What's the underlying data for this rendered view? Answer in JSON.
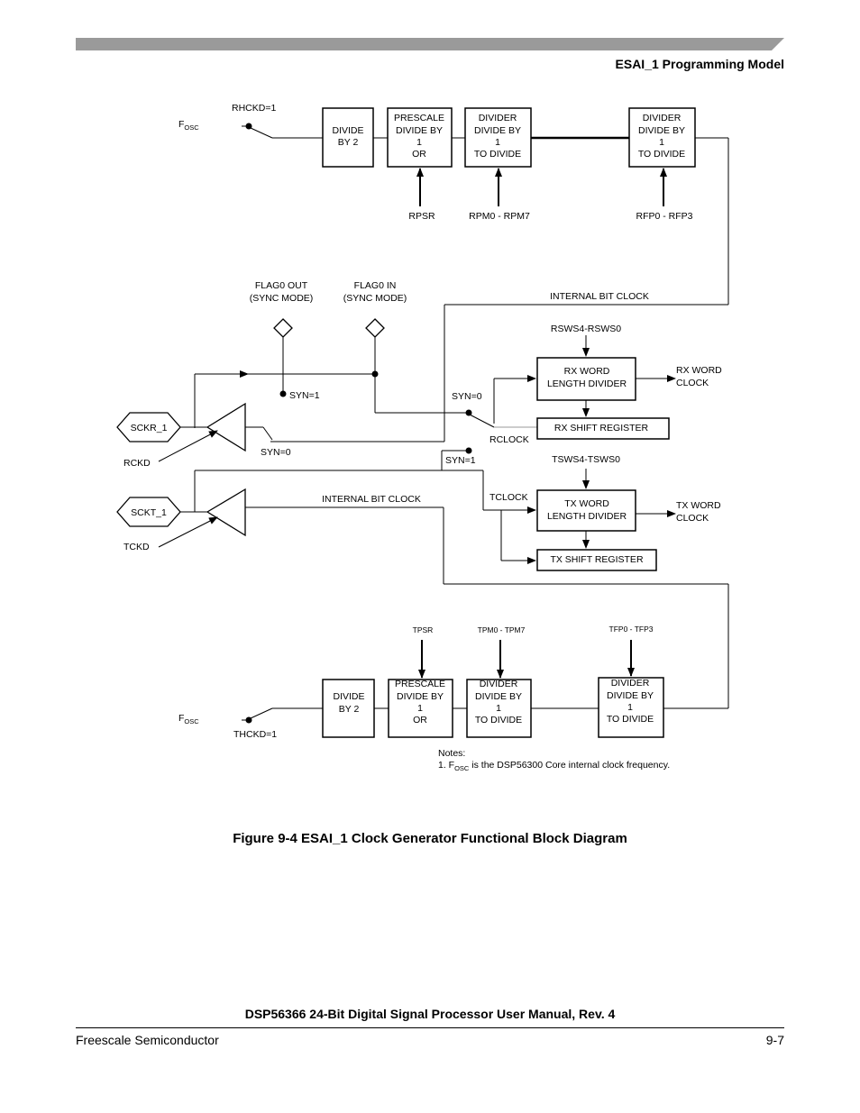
{
  "header": {
    "section_title": "ESAI_1 Programming Model",
    "bar_color": "#9a9a9a"
  },
  "diagram": {
    "fosc_top": "F",
    "fosc_top_sub": "OSC",
    "rhckd": "RHCKD=1",
    "divide_by_2_top": [
      "DIVIDE",
      "BY 2"
    ],
    "prescale_top": [
      "PRESCALE",
      "DIVIDE BY",
      "1",
      "OR"
    ],
    "divider_pm_top": [
      "DIVIDER",
      "DIVIDE BY",
      "1",
      "TO DIVIDE"
    ],
    "divider_fp_top": [
      "DIVIDER",
      "DIVIDE BY",
      "1",
      "TO DIVIDE"
    ],
    "rpsr": "RPSR",
    "rpm": "RPM0 - RPM7",
    "rfp": "RFP0 - RFP3",
    "flag0_out": [
      "FLAG0 OUT",
      "(SYNC MODE)"
    ],
    "flag0_in": [
      "FLAG0 IN",
      "(SYNC MODE)"
    ],
    "internal_bit_clock_top": "INTERNAL BIT CLOCK",
    "rsws": "RSWS4-RSWS0",
    "rx_word_length_divider": [
      "RX WORD",
      "LENGTH DIVIDER"
    ],
    "rx_word_clock": [
      "RX WORD",
      "CLOCK"
    ],
    "rx_shift_register": "RX SHIFT REGISTER",
    "syn1_upper": "SYN=1",
    "syn0_rx": "SYN=0",
    "sckr": "SCKR_1",
    "rckd": "RCKD",
    "syn0_lower": "SYN=0",
    "rclock": "RCLOCK",
    "syn1_tx": "SYN=1",
    "tsws": "TSWS4-TSWS0",
    "tclock": "TCLOCK",
    "internal_bit_clock_bottom": "INTERNAL BIT CLOCK",
    "sckt": "SCKT_1",
    "tckd": "TCKD",
    "tx_word_length_divider": [
      "TX WORD",
      "LENGTH DIVIDER"
    ],
    "tx_word_clock": [
      "TX WORD",
      "CLOCK"
    ],
    "tx_shift_register": "TX SHIFT REGISTER",
    "tpsr": "TPSR",
    "tpm": "TPM0 - TPM7",
    "tfp": "TFP0 - TFP3",
    "fosc_bottom": "F",
    "fosc_bottom_sub": "OSC",
    "thckd": "THCKD=1",
    "divide_by_2_bottom": [
      "DIVIDE",
      "BY 2"
    ],
    "prescale_bottom": [
      "PRESCALE",
      "DIVIDE BY",
      "1",
      "OR"
    ],
    "divider_pm_bottom": [
      "DIVIDER",
      "DIVIDE BY",
      "1",
      "TO DIVIDE"
    ],
    "divider_fp_bottom": [
      "DIVIDER",
      "DIVIDE BY",
      "1",
      "TO DIVIDE"
    ],
    "notes_title": "Notes:",
    "note_prefix": "1. F",
    "note_sub": "OSC",
    "note_rest": " is the DSP56300 Core internal clock frequency."
  },
  "figure_caption": "Figure 9-4  ESAI_1 Clock Generator Functional Block Diagram",
  "footer": {
    "manual_title": "DSP56366 24-Bit Digital Signal Processor User Manual, Rev. 4",
    "company": "Freescale Semiconductor",
    "page_number": "9-7"
  }
}
